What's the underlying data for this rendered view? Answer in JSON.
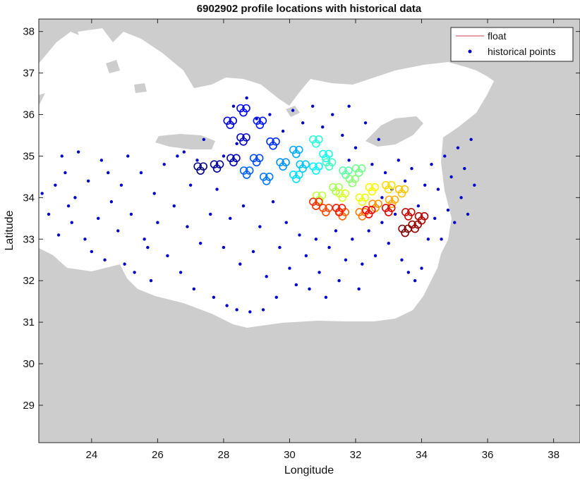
{
  "chart_data": {
    "type": "scatter",
    "title": "6902902 profile locations with historical data",
    "xlabel": "Longitude",
    "ylabel": "Latitude",
    "xlim": [
      22.4,
      38.8
    ],
    "ylim": [
      28.1,
      38.3
    ],
    "xticks": [
      24,
      26,
      28,
      30,
      32,
      34,
      36,
      38
    ],
    "yticks": [
      29,
      30,
      31,
      32,
      33,
      34,
      35,
      36,
      37,
      38
    ],
    "grid": false,
    "legend_position": "top-right",
    "background": "land-ocean map",
    "colors": {
      "land": "#cdcdcd",
      "sea": "#ffffff",
      "historical": "#0000cd",
      "float_legend_line": "#c83c50"
    },
    "legend": [
      {
        "label": "float",
        "marker": "line"
      },
      {
        "label": "historical points",
        "marker": "dot"
      }
    ],
    "series": [
      {
        "name": "float",
        "marker": "circles colored by profile order (jet colormap)",
        "points": [
          [
            27.3,
            34.7
          ],
          [
            27.8,
            34.75
          ],
          [
            28.3,
            34.9
          ],
          [
            28.6,
            35.4
          ],
          [
            28.2,
            35.8
          ],
          [
            28.6,
            36.1
          ],
          [
            29.1,
            35.8
          ],
          [
            29.5,
            35.3
          ],
          [
            29.0,
            34.9
          ],
          [
            28.7,
            34.6
          ],
          [
            29.3,
            34.45
          ],
          [
            29.8,
            34.8
          ],
          [
            30.2,
            35.1
          ],
          [
            30.4,
            34.75
          ],
          [
            30.2,
            34.5
          ],
          [
            30.8,
            34.7
          ],
          [
            31.1,
            35.0
          ],
          [
            30.8,
            35.35
          ],
          [
            31.2,
            34.8
          ],
          [
            31.7,
            34.6
          ],
          [
            32.1,
            34.65
          ],
          [
            31.9,
            34.4
          ],
          [
            31.4,
            34.2
          ],
          [
            30.9,
            34.0
          ],
          [
            31.6,
            34.05
          ],
          [
            32.2,
            33.95
          ],
          [
            32.5,
            34.2
          ],
          [
            33.0,
            34.25
          ],
          [
            33.4,
            34.15
          ],
          [
            33.1,
            33.9
          ],
          [
            32.6,
            33.8
          ],
          [
            32.2,
            33.6
          ],
          [
            31.6,
            33.6
          ],
          [
            31.1,
            33.7
          ],
          [
            30.8,
            33.85
          ],
          [
            31.5,
            33.7
          ],
          [
            32.4,
            33.65
          ],
          [
            33.0,
            33.7
          ],
          [
            33.6,
            33.6
          ],
          [
            34.0,
            33.5
          ],
          [
            33.8,
            33.3
          ],
          [
            33.5,
            33.2
          ]
        ]
      },
      {
        "name": "historical points",
        "marker": "dot",
        "points": [
          [
            22.5,
            34.1
          ],
          [
            22.7,
            33.6
          ],
          [
            22.9,
            34.3
          ],
          [
            23.0,
            33.1
          ],
          [
            23.1,
            35.0
          ],
          [
            23.2,
            34.6
          ],
          [
            23.4,
            33.4
          ],
          [
            23.5,
            34.0
          ],
          [
            23.6,
            35.1
          ],
          [
            23.8,
            33.0
          ],
          [
            23.9,
            34.4
          ],
          [
            24.0,
            32.7
          ],
          [
            24.2,
            33.5
          ],
          [
            24.3,
            34.9
          ],
          [
            24.4,
            32.5
          ],
          [
            24.6,
            33.9
          ],
          [
            24.8,
            33.2
          ],
          [
            24.9,
            34.3
          ],
          [
            25.0,
            32.4
          ],
          [
            25.1,
            35.0
          ],
          [
            25.2,
            33.6
          ],
          [
            25.3,
            32.2
          ],
          [
            25.5,
            34.6
          ],
          [
            25.6,
            33.0
          ],
          [
            25.8,
            32.0
          ],
          [
            25.9,
            34.1
          ],
          [
            26.0,
            33.4
          ],
          [
            26.2,
            34.8
          ],
          [
            26.3,
            32.6
          ],
          [
            26.5,
            33.8
          ],
          [
            26.6,
            35.0
          ],
          [
            26.7,
            32.2
          ],
          [
            26.9,
            33.3
          ],
          [
            27.0,
            34.3
          ],
          [
            27.1,
            31.8
          ],
          [
            27.3,
            32.9
          ],
          [
            27.4,
            35.4
          ],
          [
            27.6,
            33.6
          ],
          [
            27.7,
            31.6
          ],
          [
            27.8,
            34.2
          ],
          [
            28.0,
            32.8
          ],
          [
            28.1,
            31.4
          ],
          [
            28.2,
            33.5
          ],
          [
            28.3,
            36.2
          ],
          [
            28.4,
            31.3
          ],
          [
            28.5,
            32.4
          ],
          [
            28.6,
            33.8
          ],
          [
            28.7,
            36.4
          ],
          [
            28.8,
            31.25
          ],
          [
            28.9,
            32.7
          ],
          [
            29.0,
            35.9
          ],
          [
            29.1,
            33.3
          ],
          [
            29.2,
            31.3
          ],
          [
            29.3,
            32.1
          ],
          [
            29.4,
            36.0
          ],
          [
            29.5,
            33.9
          ],
          [
            29.6,
            31.6
          ],
          [
            29.7,
            32.8
          ],
          [
            29.8,
            35.6
          ],
          [
            29.9,
            33.4
          ],
          [
            30.0,
            32.3
          ],
          [
            30.1,
            36.1
          ],
          [
            30.2,
            31.9
          ],
          [
            30.3,
            33.1
          ],
          [
            30.4,
            35.8
          ],
          [
            30.5,
            32.6
          ],
          [
            30.6,
            31.8
          ],
          [
            30.7,
            36.2
          ],
          [
            30.8,
            33.0
          ],
          [
            30.9,
            32.2
          ],
          [
            31.0,
            35.7
          ],
          [
            31.1,
            31.6
          ],
          [
            31.2,
            32.8
          ],
          [
            31.3,
            36.0
          ],
          [
            31.4,
            33.2
          ],
          [
            31.5,
            32.0
          ],
          [
            31.6,
            35.5
          ],
          [
            31.7,
            32.5
          ],
          [
            31.8,
            36.2
          ],
          [
            31.9,
            33.0
          ],
          [
            32.0,
            35.2
          ],
          [
            32.1,
            31.8
          ],
          [
            32.2,
            32.4
          ],
          [
            32.3,
            35.8
          ],
          [
            32.4,
            33.2
          ],
          [
            32.5,
            34.8
          ],
          [
            32.6,
            32.6
          ],
          [
            32.7,
            35.4
          ],
          [
            32.8,
            33.4
          ],
          [
            32.9,
            34.6
          ],
          [
            33.0,
            32.9
          ],
          [
            33.1,
            34.2
          ],
          [
            33.2,
            33.6
          ],
          [
            33.3,
            34.9
          ],
          [
            33.4,
            32.5
          ],
          [
            33.5,
            34.4
          ],
          [
            33.6,
            32.2
          ],
          [
            33.7,
            34.7
          ],
          [
            33.8,
            32.0
          ],
          [
            33.9,
            33.8
          ],
          [
            34.0,
            32.3
          ],
          [
            34.1,
            34.3
          ],
          [
            34.2,
            33.0
          ],
          [
            34.3,
            34.8
          ],
          [
            34.4,
            33.5
          ],
          [
            34.5,
            34.2
          ],
          [
            34.6,
            33.0
          ],
          [
            34.7,
            35.0
          ],
          [
            34.8,
            33.7
          ],
          [
            34.9,
            34.5
          ],
          [
            35.0,
            33.4
          ],
          [
            35.1,
            35.2
          ],
          [
            35.2,
            34.0
          ],
          [
            35.3,
            34.7
          ],
          [
            35.4,
            33.6
          ],
          [
            35.5,
            35.4
          ],
          [
            35.6,
            34.3
          ],
          [
            28.4,
            35.3
          ],
          [
            28.0,
            35.0
          ],
          [
            27.2,
            34.9
          ],
          [
            26.8,
            35.1
          ],
          [
            31.8,
            34.9
          ],
          [
            32.8,
            34.0
          ],
          [
            23.3,
            33.8
          ],
          [
            24.5,
            34.6
          ],
          [
            25.7,
            32.8
          ]
        ]
      }
    ]
  }
}
